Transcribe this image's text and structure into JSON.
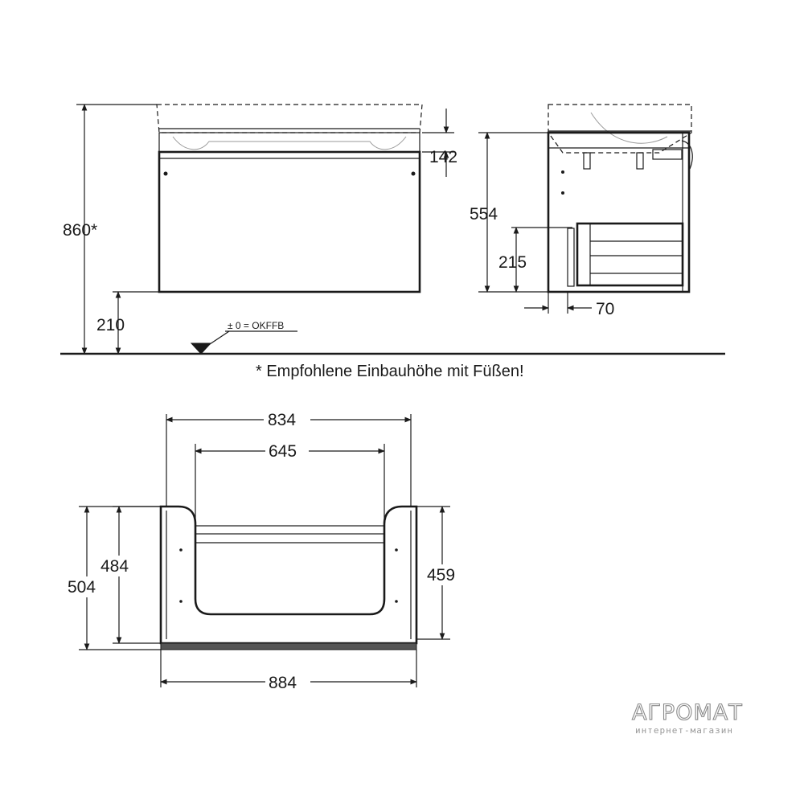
{
  "front_view": {
    "total_height": "860*",
    "basin_offset": "142",
    "floor_clearance": "210",
    "floor_reference": "± 0 = OKFFB"
  },
  "side_view": {
    "cabinet_height": "554",
    "drawer_height": "215",
    "wall_offset": "70"
  },
  "footnote": "* Empfohlene Einbauhöhe mit Füßen!",
  "plan_view": {
    "outer_width_top": "834",
    "inner_width": "645",
    "depth_total": "504",
    "depth_inner": "484",
    "depth_right": "459",
    "overall_width": "884"
  },
  "watermark": {
    "brand": "АГРОМАТ",
    "tagline": "интернет-магазин"
  }
}
